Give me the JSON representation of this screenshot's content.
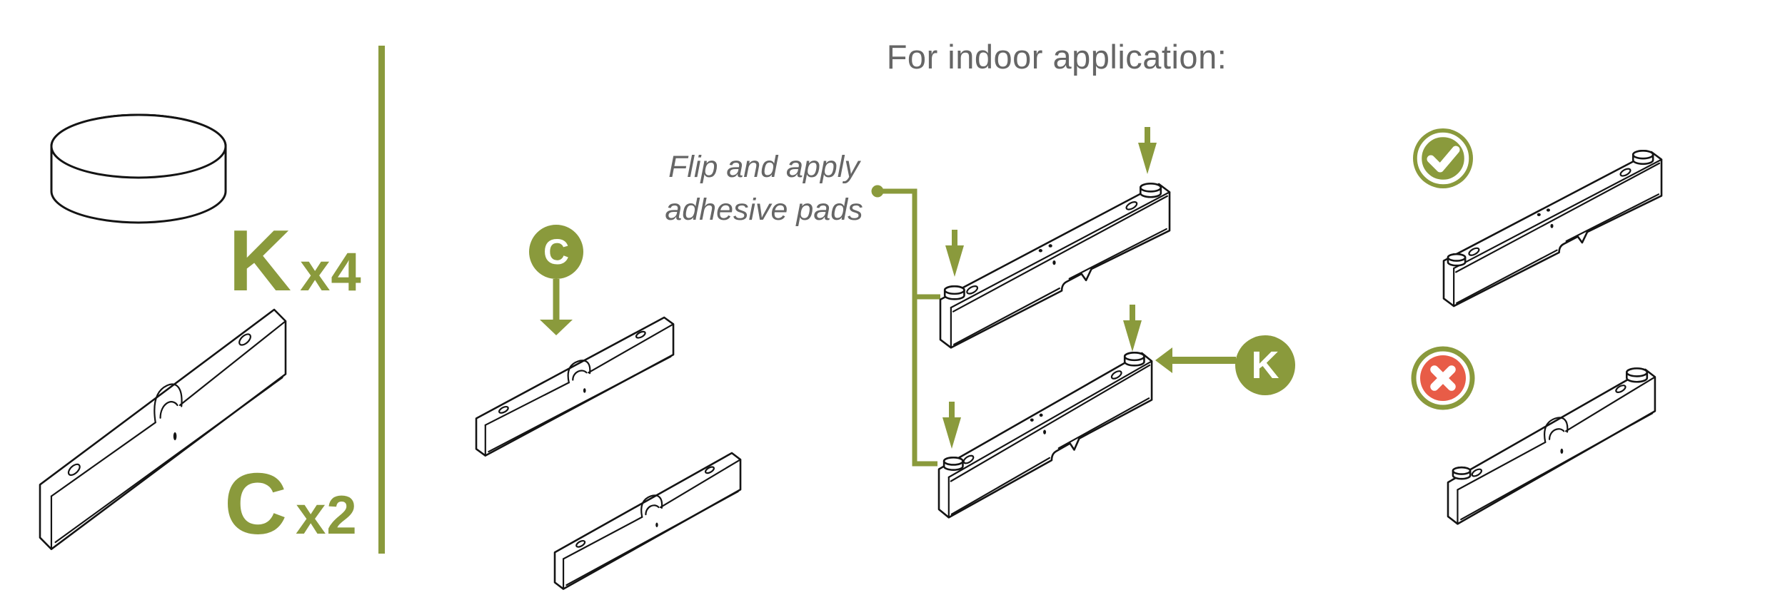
{
  "colors": {
    "olive": "#8A9A3C",
    "coral": "#E85C47",
    "gray": "#666666",
    "ink": "#141414"
  },
  "title": "For indoor application:",
  "note": {
    "line1": "Flip and apply",
    "line2": "adhesive pads"
  },
  "parts": {
    "pad": {
      "letter": "K",
      "qty": "x4"
    },
    "bar": {
      "letter": "C",
      "qty": "x2"
    }
  },
  "badges": {
    "c": "C",
    "k": "K"
  },
  "icons": {
    "correct": "check",
    "incorrect": "cross"
  }
}
